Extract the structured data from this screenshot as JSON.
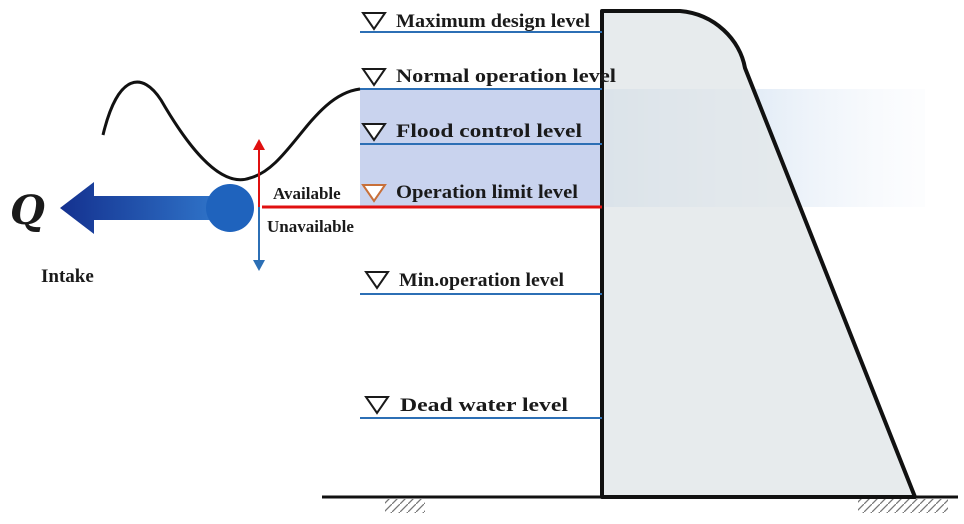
{
  "levels": [
    {
      "label": "Maximum design level",
      "marker_color": "#1a1a1a"
    },
    {
      "label": "Normal operation level",
      "marker_color": "#1a1a1a"
    },
    {
      "label": "Flood control level",
      "marker_color": "#1a1a1a"
    },
    {
      "label": "Operation limit level",
      "marker_color": "#c8703a"
    },
    {
      "label": "Min.operation level",
      "marker_color": "#1a1a1a"
    },
    {
      "label": "Dead water level",
      "marker_color": "#1a1a1a"
    }
  ],
  "intake": {
    "symbol": "Q",
    "label": "Intake"
  },
  "availability": {
    "available": "Available",
    "unavailable": "Unavailable"
  },
  "colors": {
    "level_line": "#2c6fb5",
    "limit_line": "#e01010",
    "storage_band": "#c9d3ee",
    "dam_fill": "#e3e7ea",
    "dam_outline": "#111111",
    "arrow_dark": "#14318f",
    "arrow_light": "#2f73c8",
    "up_arrow": "#e01010",
    "down_arrow": "#2c6fb5"
  }
}
